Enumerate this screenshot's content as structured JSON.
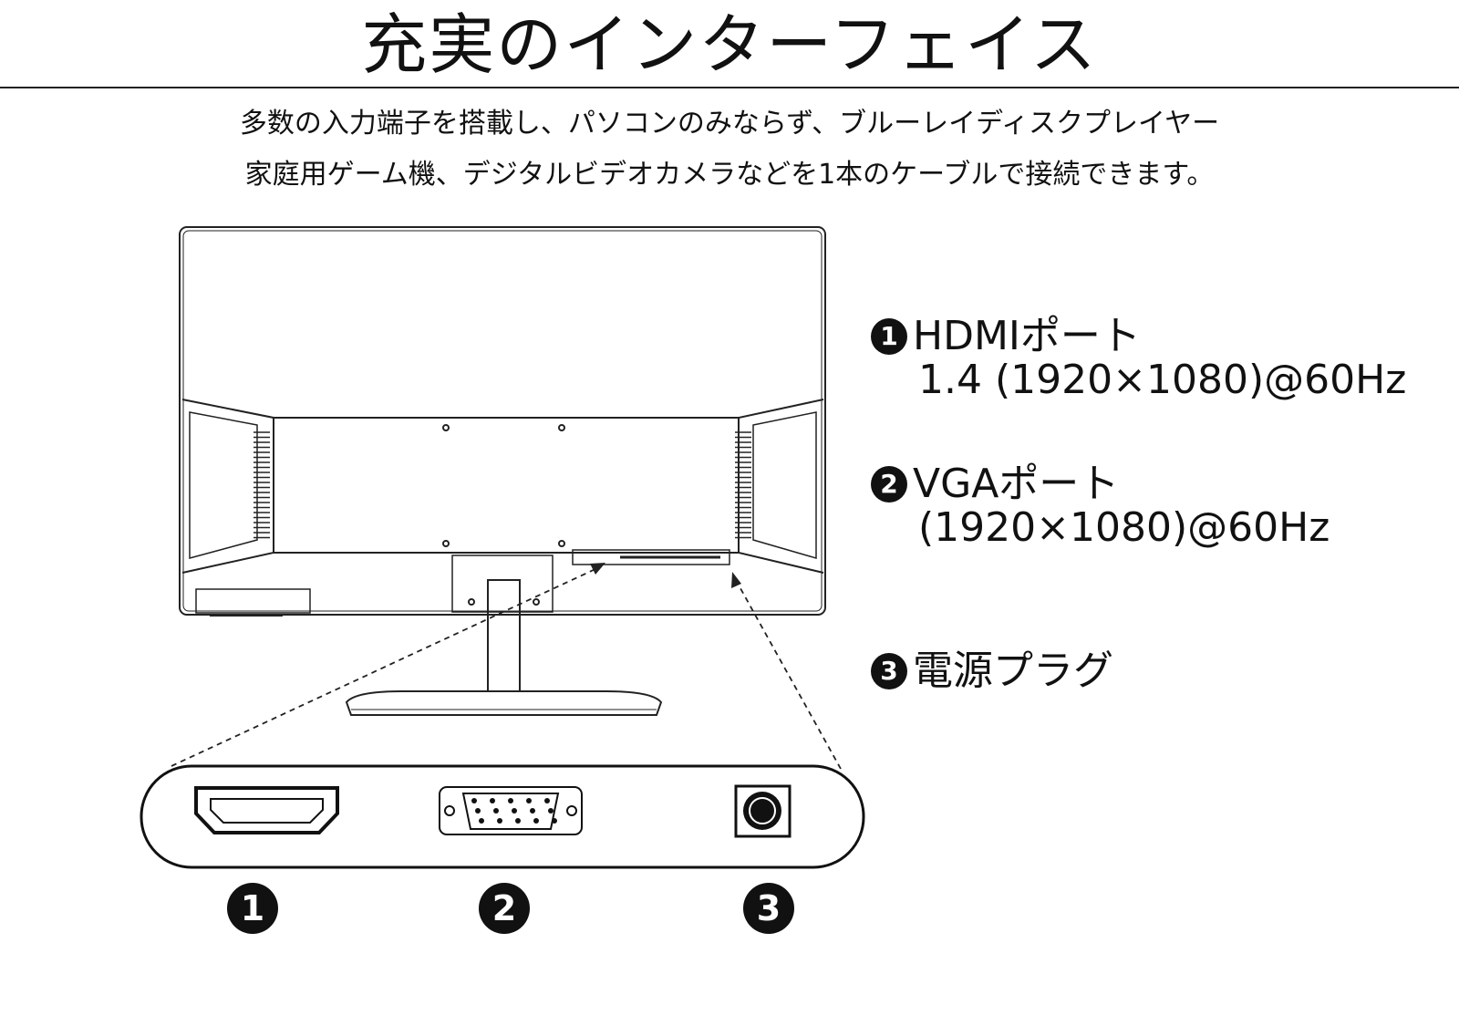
{
  "title": "充実のインターフェイス",
  "description": {
    "line1": "多数の入力端子を搭載し、パソコンのみならず、ブルーレイディスクプレイヤー",
    "line2": "家庭用ゲーム機、デジタルビデオカメラなどを1本のケーブルで接続できます。"
  },
  "specs": [
    {
      "number": "1",
      "name": "HDMIポート",
      "detail": "1.4 (1920×1080)@60Hz"
    },
    {
      "number": "2",
      "name": "VGAポート",
      "detail": "(1920×1080)@60Hz"
    },
    {
      "number": "3",
      "name": "電源プラグ",
      "detail": ""
    }
  ],
  "port_badges": [
    "1",
    "2",
    "3"
  ],
  "icons": {
    "monitor": "monitor-rear-view-illustration",
    "hdmi": "hdmi-port-icon",
    "vga": "vga-port-icon",
    "power": "power-jack-icon"
  }
}
